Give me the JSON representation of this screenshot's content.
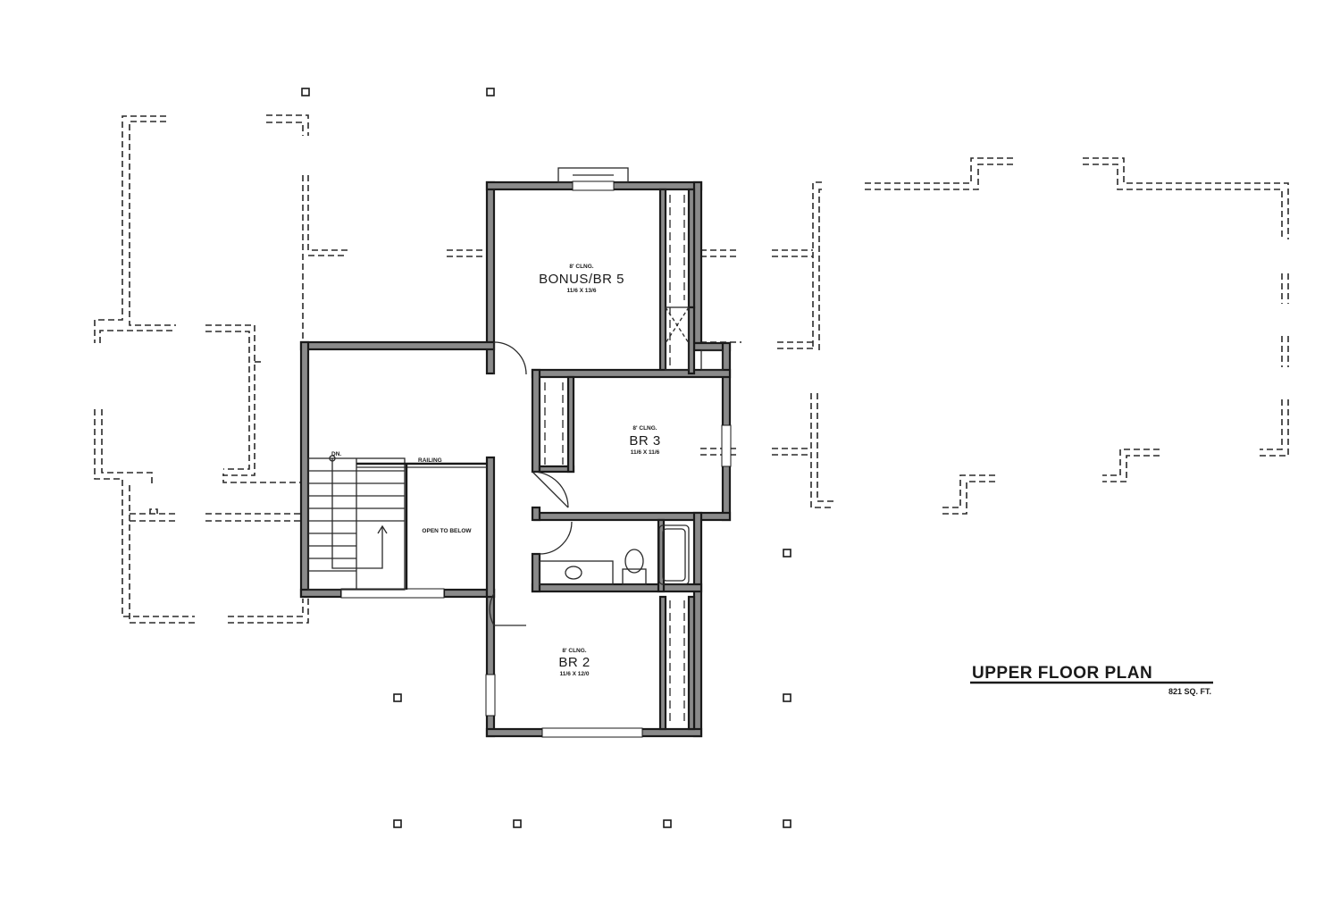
{
  "plan_title": "UPPER FLOOR PLAN",
  "plan_area": "821 SQ. FT.",
  "rooms": {
    "bonus": {
      "ceiling": "8' CLNG.",
      "name": "BONUS/BR 5",
      "size": "11/6 X 13/6"
    },
    "br3": {
      "ceiling": "8' CLNG.",
      "name": "BR 3",
      "size": "11/6 X 11/6"
    },
    "br2": {
      "ceiling": "8' CLNG.",
      "name": "BR 2",
      "size": "11/6 X 12/0"
    }
  },
  "labels": {
    "down": "DN.",
    "railing": "RAILING",
    "open_to_below": "OPEN TO BELOW"
  }
}
